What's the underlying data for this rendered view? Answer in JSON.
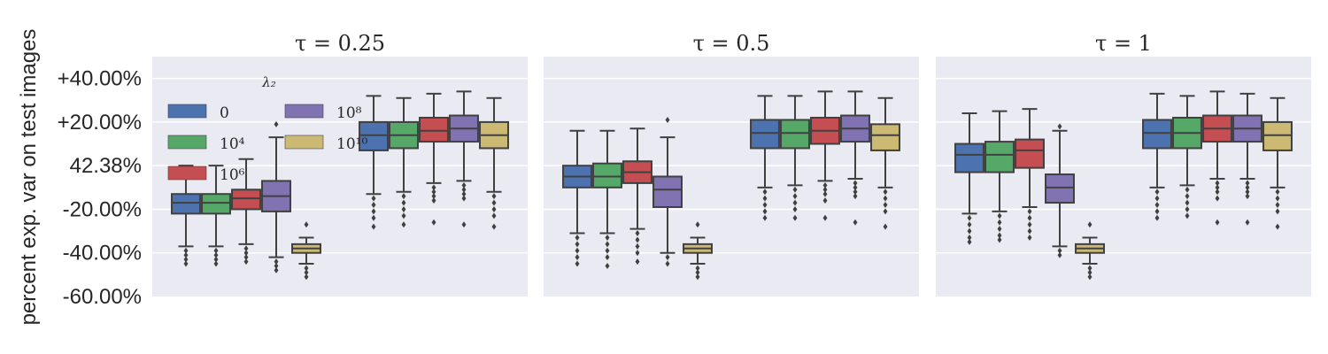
{
  "chart_data": {
    "type": "box",
    "ylabel": "percent exp. var on test images",
    "ylim": [
      -0.6,
      0.5
    ],
    "yticks": [
      {
        "value": 0.4,
        "label": "+40.00%"
      },
      {
        "value": 0.2,
        "label": "+20.00%"
      },
      {
        "value": 0.0,
        "label": "42.38%"
      },
      {
        "value": -0.2,
        "label": "-20.00%"
      },
      {
        "value": -0.4,
        "label": "-40.00%"
      },
      {
        "value": -0.6,
        "label": "-60.00%"
      }
    ],
    "grid": true,
    "legend": {
      "title": "λ₂",
      "placement": "upper-left of first panel",
      "entries": [
        {
          "label": "0",
          "color": "#4c72b0"
        },
        {
          "label": "10⁸",
          "color": "#8172b2"
        },
        {
          "label": "10⁴",
          "color": "#55a868"
        },
        {
          "label": "10¹⁰",
          "color": "#ccb974"
        },
        {
          "label": "10⁶",
          "color": "#c44e52"
        }
      ]
    },
    "series_colors": [
      "#4c72b0",
      "#55a868",
      "#c44e52",
      "#8172b2",
      "#ccb974"
    ],
    "panels": [
      {
        "title": "τ = 0.25",
        "groups": [
          {
            "boxes": [
              {
                "whislo": -0.37,
                "q1": -0.22,
                "med": -0.17,
                "q3": -0.13,
                "whishi": 0.0,
                "fliers": [
                  -0.39,
                  -0.41,
                  -0.43,
                  -0.45
                ]
              },
              {
                "whislo": -0.37,
                "q1": -0.22,
                "med": -0.17,
                "q3": -0.13,
                "whishi": 0.0,
                "fliers": [
                  -0.39,
                  -0.41,
                  -0.43,
                  -0.45
                ]
              },
              {
                "whislo": -0.36,
                "q1": -0.2,
                "med": -0.15,
                "q3": -0.11,
                "whishi": 0.03,
                "fliers": [
                  -0.38,
                  -0.4,
                  -0.42,
                  -0.44
                ]
              },
              {
                "whislo": -0.42,
                "q1": -0.21,
                "med": -0.14,
                "q3": -0.07,
                "whishi": 0.13,
                "fliers": [
                  -0.44,
                  -0.46,
                  -0.48,
                  0.19
                ]
              },
              {
                "whislo": -0.45,
                "q1": -0.4,
                "med": -0.38,
                "q3": -0.36,
                "whishi": -0.33,
                "fliers": [
                  -0.27,
                  -0.47,
                  -0.49,
                  -0.51
                ]
              }
            ]
          },
          {
            "boxes": [
              {
                "whislo": -0.13,
                "q1": 0.07,
                "med": 0.14,
                "q3": 0.2,
                "whishi": 0.32,
                "fliers": [
                  -0.15,
                  -0.18,
                  -0.21,
                  -0.24,
                  -0.28
                ]
              },
              {
                "whislo": -0.12,
                "q1": 0.08,
                "med": 0.14,
                "q3": 0.2,
                "whishi": 0.31,
                "fliers": [
                  -0.14,
                  -0.17,
                  -0.2,
                  -0.23,
                  -0.27
                ]
              },
              {
                "whislo": -0.08,
                "q1": 0.11,
                "med": 0.16,
                "q3": 0.22,
                "whishi": 0.33,
                "fliers": [
                  -0.1,
                  -0.12,
                  -0.14,
                  -0.16,
                  -0.26
                ]
              },
              {
                "whislo": -0.07,
                "q1": 0.11,
                "med": 0.17,
                "q3": 0.23,
                "whishi": 0.34,
                "fliers": [
                  -0.09,
                  -0.11,
                  -0.13,
                  -0.15,
                  -0.27
                ]
              },
              {
                "whislo": -0.12,
                "q1": 0.08,
                "med": 0.14,
                "q3": 0.2,
                "whishi": 0.31,
                "fliers": [
                  -0.14,
                  -0.17,
                  -0.2,
                  -0.23,
                  -0.28
                ]
              }
            ]
          }
        ]
      },
      {
        "title": "τ = 0.5",
        "groups": [
          {
            "boxes": [
              {
                "whislo": -0.31,
                "q1": -0.1,
                "med": -0.05,
                "q3": 0.0,
                "whishi": 0.16,
                "fliers": [
                  -0.33,
                  -0.36,
                  -0.39,
                  -0.42,
                  -0.45
                ]
              },
              {
                "whislo": -0.31,
                "q1": -0.1,
                "med": -0.05,
                "q3": 0.01,
                "whishi": 0.16,
                "fliers": [
                  -0.33,
                  -0.36,
                  -0.39,
                  -0.42,
                  -0.46
                ]
              },
              {
                "whislo": -0.29,
                "q1": -0.08,
                "med": -0.03,
                "q3": 0.02,
                "whishi": 0.17,
                "fliers": [
                  -0.31,
                  -0.34,
                  -0.37,
                  -0.4,
                  -0.44
                ]
              },
              {
                "whislo": -0.4,
                "q1": -0.19,
                "med": -0.11,
                "q3": -0.05,
                "whishi": 0.13,
                "fliers": [
                  -0.42,
                  -0.45,
                  0.21
                ]
              },
              {
                "whislo": -0.45,
                "q1": -0.4,
                "med": -0.38,
                "q3": -0.36,
                "whishi": -0.33,
                "fliers": [
                  -0.27,
                  -0.47,
                  -0.49,
                  -0.51
                ]
              }
            ]
          },
          {
            "boxes": [
              {
                "whislo": -0.1,
                "q1": 0.08,
                "med": 0.15,
                "q3": 0.21,
                "whishi": 0.32,
                "fliers": [
                  -0.12,
                  -0.15,
                  -0.18,
                  -0.21,
                  -0.24
                ]
              },
              {
                "whislo": -0.09,
                "q1": 0.08,
                "med": 0.15,
                "q3": 0.21,
                "whishi": 0.32,
                "fliers": [
                  -0.11,
                  -0.14,
                  -0.17,
                  -0.2,
                  -0.24
                ]
              },
              {
                "whislo": -0.07,
                "q1": 0.1,
                "med": 0.16,
                "q3": 0.22,
                "whishi": 0.34,
                "fliers": [
                  -0.09,
                  -0.11,
                  -0.13,
                  -0.16,
                  -0.24
                ]
              },
              {
                "whislo": -0.06,
                "q1": 0.11,
                "med": 0.17,
                "q3": 0.23,
                "whishi": 0.34,
                "fliers": [
                  -0.08,
                  -0.1,
                  -0.12,
                  -0.14,
                  -0.26
                ]
              },
              {
                "whislo": -0.1,
                "q1": 0.07,
                "med": 0.14,
                "q3": 0.19,
                "whishi": 0.31,
                "fliers": [
                  -0.12,
                  -0.15,
                  -0.18,
                  -0.21,
                  -0.28
                ]
              }
            ]
          }
        ]
      },
      {
        "title": "τ = 1",
        "groups": [
          {
            "boxes": [
              {
                "whislo": -0.22,
                "q1": -0.03,
                "med": 0.05,
                "q3": 0.1,
                "whishi": 0.24,
                "fliers": [
                  -0.24,
                  -0.27,
                  -0.3,
                  -0.33,
                  -0.35
                ]
              },
              {
                "whislo": -0.21,
                "q1": -0.03,
                "med": 0.05,
                "q3": 0.11,
                "whishi": 0.25,
                "fliers": [
                  -0.23,
                  -0.26,
                  -0.29,
                  -0.32,
                  -0.34
                ]
              },
              {
                "whislo": -0.19,
                "q1": -0.01,
                "med": 0.07,
                "q3": 0.12,
                "whishi": 0.26,
                "fliers": [
                  -0.21,
                  -0.24,
                  -0.27,
                  -0.3,
                  -0.33
                ]
              },
              {
                "whislo": -0.37,
                "q1": -0.17,
                "med": -0.1,
                "q3": -0.04,
                "whishi": 0.16,
                "fliers": [
                  -0.39,
                  -0.41,
                  0.18
                ]
              },
              {
                "whislo": -0.45,
                "q1": -0.4,
                "med": -0.38,
                "q3": -0.36,
                "whishi": -0.33,
                "fliers": [
                  -0.27,
                  -0.47,
                  -0.49,
                  -0.51
                ]
              }
            ]
          },
          {
            "boxes": [
              {
                "whislo": -0.1,
                "q1": 0.08,
                "med": 0.15,
                "q3": 0.21,
                "whishi": 0.33,
                "fliers": [
                  -0.12,
                  -0.15,
                  -0.18,
                  -0.21,
                  -0.24
                ]
              },
              {
                "whislo": -0.09,
                "q1": 0.08,
                "med": 0.15,
                "q3": 0.22,
                "whishi": 0.32,
                "fliers": [
                  -0.11,
                  -0.14,
                  -0.17,
                  -0.2,
                  -0.23
                ]
              },
              {
                "whislo": -0.06,
                "q1": 0.11,
                "med": 0.17,
                "q3": 0.23,
                "whishi": 0.34,
                "fliers": [
                  -0.08,
                  -0.1,
                  -0.12,
                  -0.15,
                  -0.26
                ]
              },
              {
                "whislo": -0.06,
                "q1": 0.11,
                "med": 0.17,
                "q3": 0.23,
                "whishi": 0.33,
                "fliers": [
                  -0.08,
                  -0.1,
                  -0.12,
                  -0.14,
                  -0.26
                ]
              },
              {
                "whislo": -0.1,
                "q1": 0.07,
                "med": 0.14,
                "q3": 0.2,
                "whishi": 0.31,
                "fliers": [
                  -0.12,
                  -0.15,
                  -0.18,
                  -0.21,
                  -0.28
                ]
              }
            ]
          }
        ]
      }
    ]
  }
}
